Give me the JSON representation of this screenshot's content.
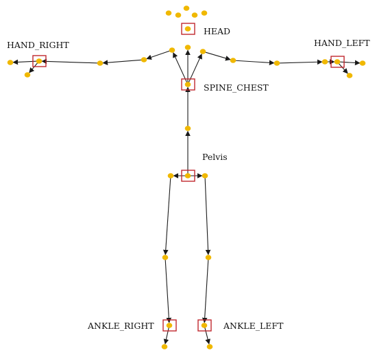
{
  "labels": {
    "head": "HEAD",
    "hand_right": "HAND_RIGHT",
    "hand_left": "HAND_LEFT",
    "spine_chest": "SPINE_CHEST",
    "pelvis": "Pelvis",
    "ankle_right": "ANKLE_RIGHT",
    "ankle_left": "ANKLE_LEFT"
  },
  "colors": {
    "joint": "#f0b800",
    "key_joint_box": "#c0272d",
    "bone": "#1a1a1a"
  },
  "joint_count": 32,
  "key_joints": [
    "head",
    "hand_right",
    "hand_left",
    "spine_chest",
    "pelvis",
    "ankle_right",
    "ankle_left"
  ]
}
